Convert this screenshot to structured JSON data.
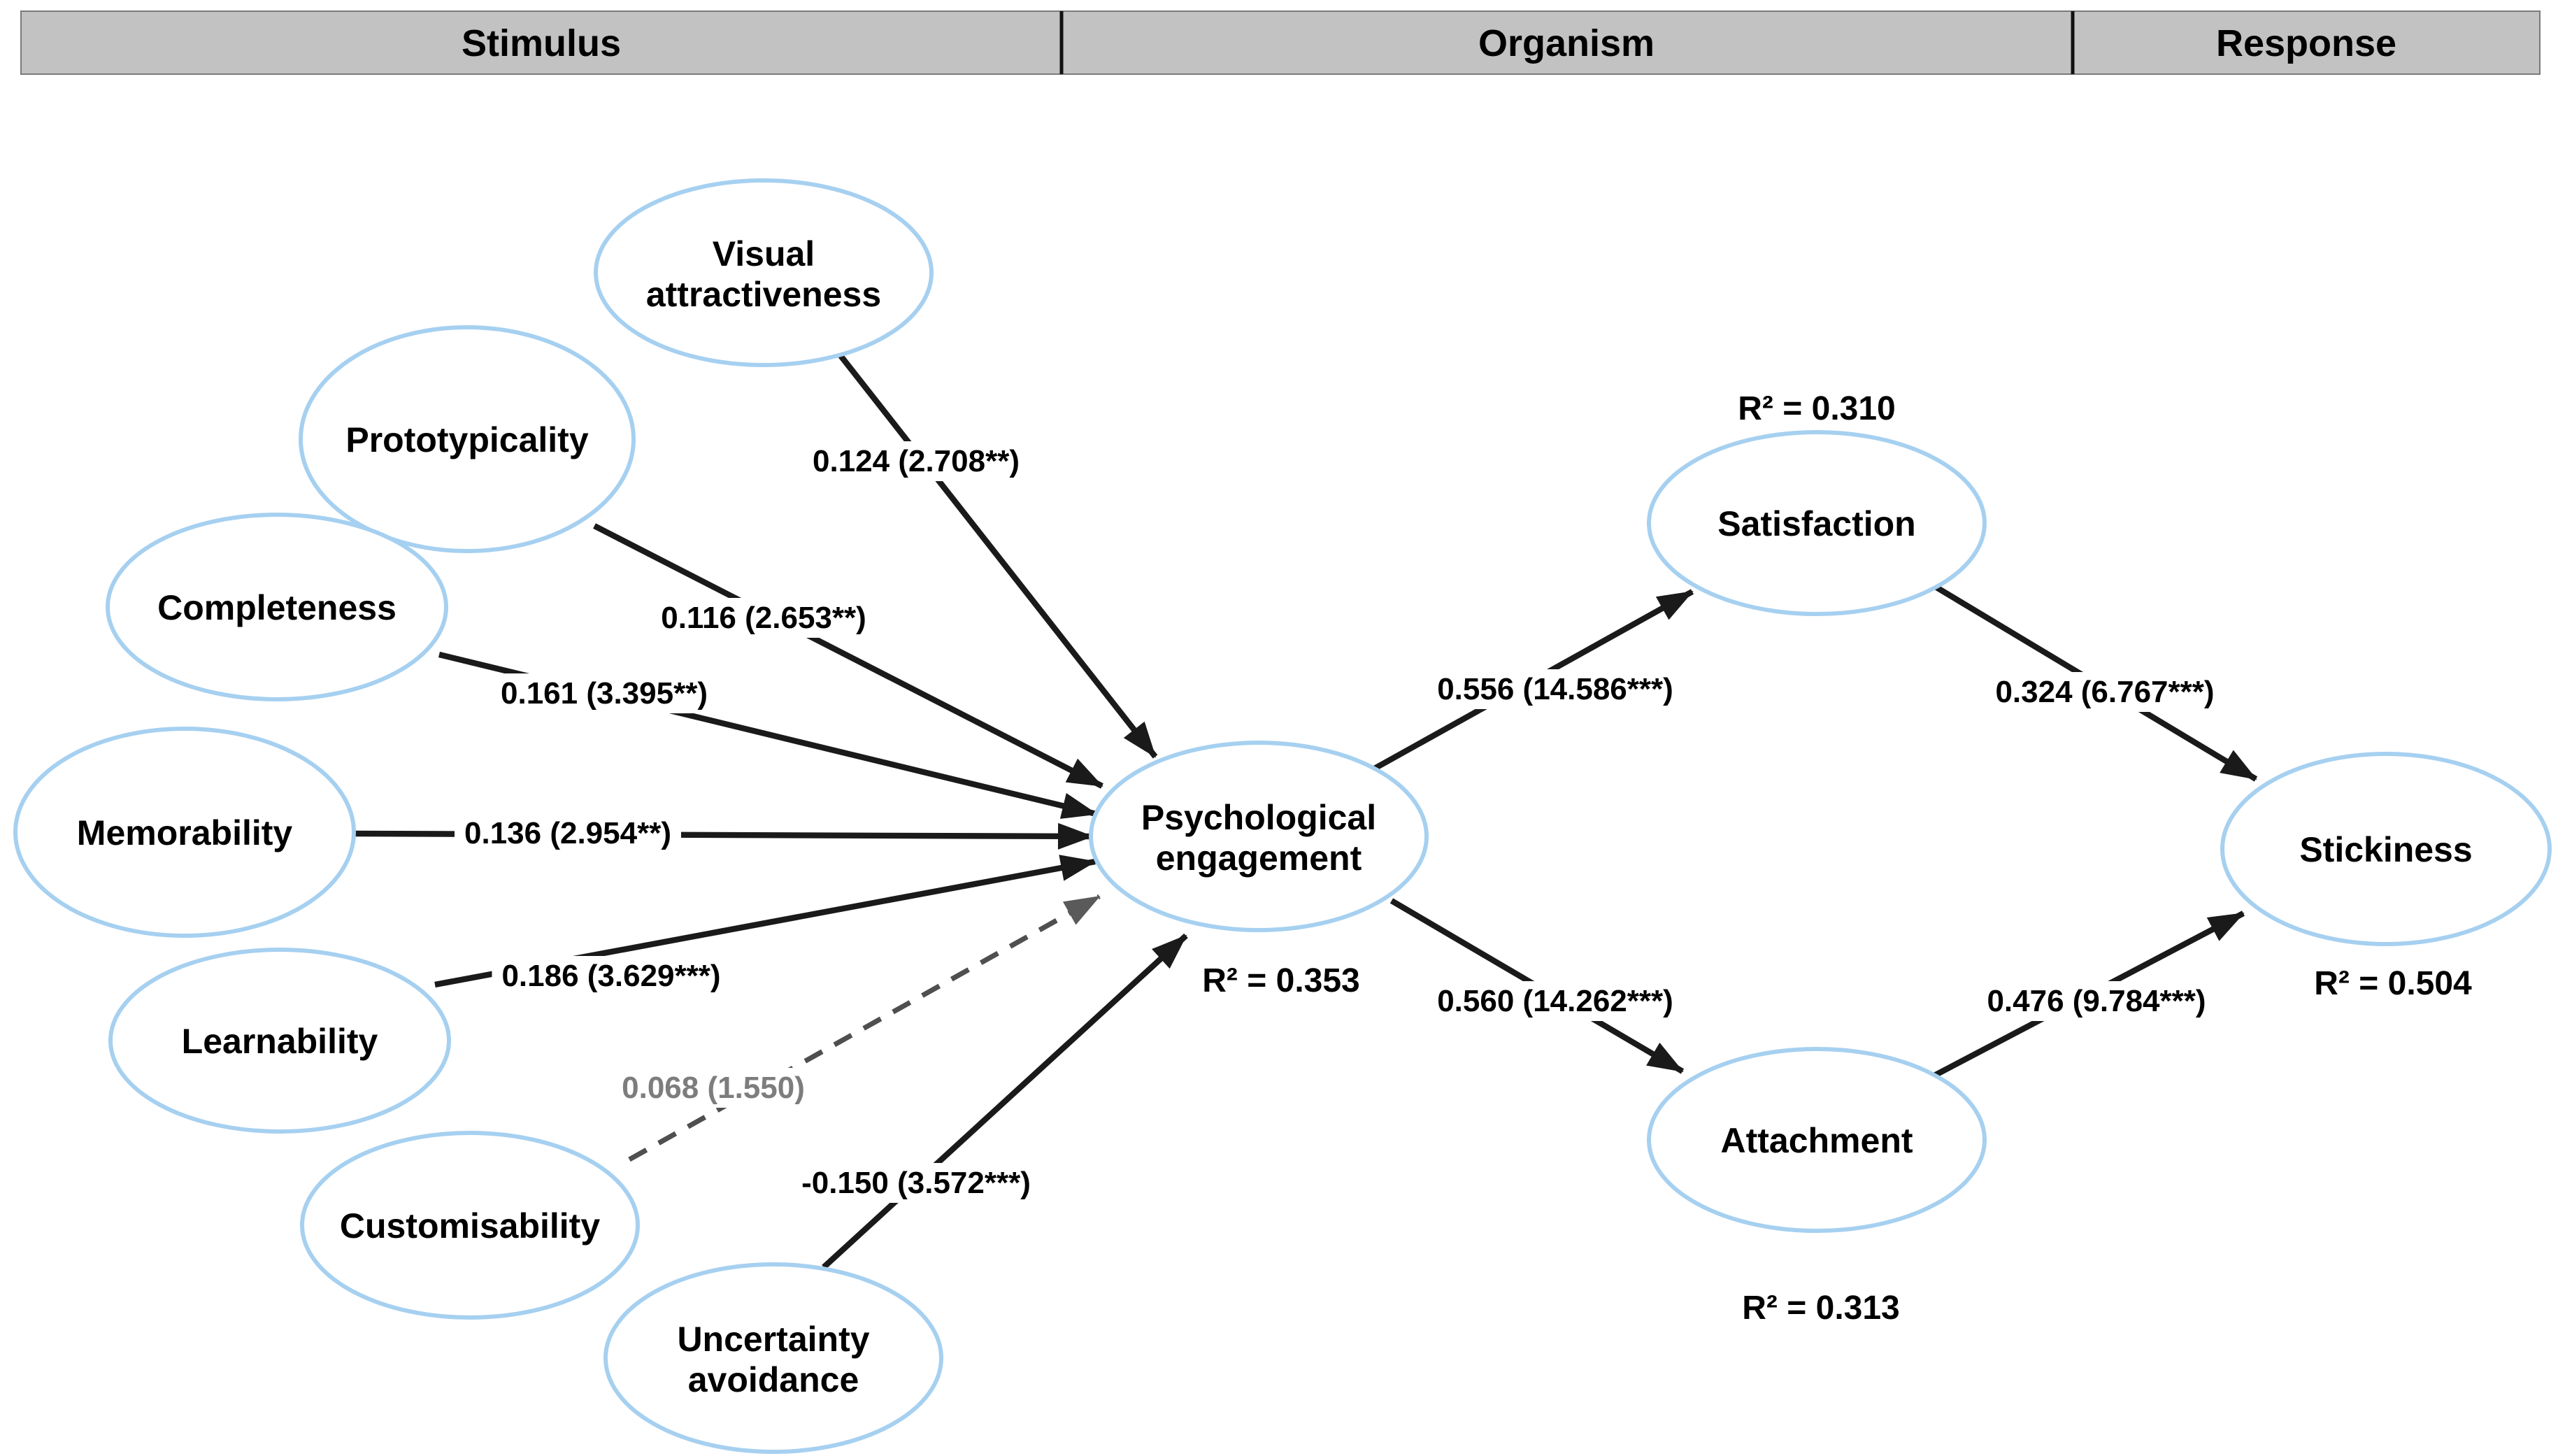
{
  "header": {
    "sections": [
      {
        "label": "Stimulus"
      },
      {
        "label": "Organism"
      },
      {
        "label": "Response"
      }
    ]
  },
  "colors": {
    "node_stroke": "#a6d0f0",
    "header_bar": "#c2c2c2",
    "arrow": "#1a1a1a",
    "nonsignificant_arrow": "#4f4f4f",
    "nonsignificant_label": "#7d7d7d",
    "text": "#000000"
  },
  "nodes": [
    {
      "id": "visual-attractiveness",
      "label": "Visual attractiveness",
      "line1": "Visual",
      "line2": "attractiveness",
      "r2": ""
    },
    {
      "id": "prototypicality",
      "label": "Prototypicality",
      "line1": "Prototypicality",
      "line2": "",
      "r2": ""
    },
    {
      "id": "completeness",
      "label": "Completeness",
      "line1": "Completeness",
      "line2": "",
      "r2": ""
    },
    {
      "id": "memorability",
      "label": "Memorability",
      "line1": "Memorability",
      "line2": "",
      "r2": ""
    },
    {
      "id": "learnability",
      "label": "Learnability",
      "line1": "Learnability",
      "line2": "",
      "r2": ""
    },
    {
      "id": "customisability",
      "label": "Customisability",
      "line1": "Customisability",
      "line2": "",
      "r2": ""
    },
    {
      "id": "uncertainty-avoidance",
      "label": "Uncertainty avoidance",
      "line1": "Uncertainty",
      "line2": "avoidance",
      "r2": ""
    },
    {
      "id": "psychological-engagement",
      "label": "Psychological engagement",
      "line1": "Psychological",
      "line2": "engagement",
      "r2": "R² = 0.353"
    },
    {
      "id": "satisfaction",
      "label": "Satisfaction",
      "line1": "Satisfaction",
      "line2": "",
      "r2": "R² = 0.310"
    },
    {
      "id": "attachment",
      "label": "Attachment",
      "line1": "Attachment",
      "line2": "",
      "r2": "R² = 0.313"
    },
    {
      "id": "stickiness",
      "label": "Stickiness",
      "line1": "Stickiness",
      "line2": "",
      "r2": "R² = 0.504"
    }
  ],
  "edges": [
    {
      "from": "Visual attractiveness",
      "to": "Psychological engagement",
      "label": "0.124 (2.708**)",
      "style": "solid"
    },
    {
      "from": "Prototypicality",
      "to": "Psychological engagement",
      "label": "0.116 (2.653**)",
      "style": "solid"
    },
    {
      "from": "Completeness",
      "to": "Psychological engagement",
      "label": "0.161 (3.395**)",
      "style": "solid"
    },
    {
      "from": "Memorability",
      "to": "Psychological engagement",
      "label": "0.136 (2.954**)",
      "style": "solid"
    },
    {
      "from": "Learnability",
      "to": "Psychological engagement",
      "label": "0.186 (3.629***)",
      "style": "solid"
    },
    {
      "from": "Customisability",
      "to": "Psychological engagement",
      "label": "0.068 (1.550)",
      "style": "dashed-nonsignificant"
    },
    {
      "from": "Uncertainty avoidance",
      "to": "Psychological engagement",
      "label": "-0.150 (3.572***)",
      "style": "solid"
    },
    {
      "from": "Psychological engagement",
      "to": "Satisfaction",
      "label": "0.556 (14.586***)",
      "style": "solid"
    },
    {
      "from": "Psychological engagement",
      "to": "Attachment",
      "label": "0.560 (14.262***)",
      "style": "solid"
    },
    {
      "from": "Satisfaction",
      "to": "Stickiness",
      "label": "0.324 (6.767***)",
      "style": "solid"
    },
    {
      "from": "Attachment",
      "to": "Stickiness",
      "label": "0.476 (9.784***)",
      "style": "solid"
    }
  ]
}
